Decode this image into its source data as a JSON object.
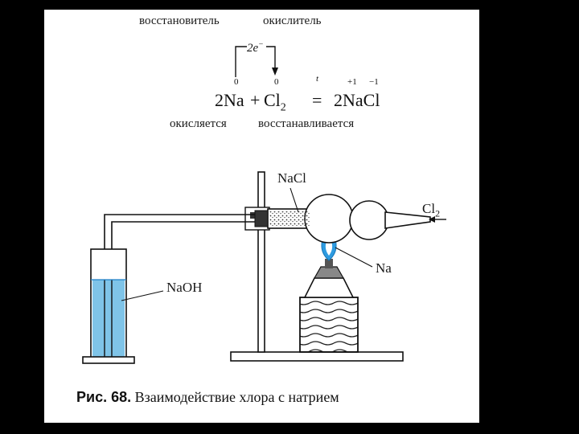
{
  "equation": {
    "reducer_label": "восстановитель",
    "oxidizer_label": "окислитель",
    "electron_transfer": "2e",
    "electron_sign": "−",
    "coef_left": "2Na",
    "plus": "+",
    "cl": "Cl",
    "cl_sub": "2",
    "equals": "=",
    "condition": "t",
    "product": "2NaCl",
    "ox_na": "0",
    "ox_cl2": "0",
    "ox_na_prod": "+1",
    "ox_cl_prod": "−1",
    "oxidized_label": "окисляется",
    "reduced_label": "восстанавливается"
  },
  "apparatus": {
    "nacl_label": "NaCl",
    "cl2_label": "Cl",
    "cl2_sub": "2",
    "na_label": "Na",
    "naoh_label": "NaOH"
  },
  "caption": {
    "prefix": "Рис. 68.",
    "text": "Взаимодействие хлора с натрием"
  },
  "colors": {
    "liquid": "#7fc4e8",
    "flame": "#2e9be0",
    "ink": "#1a1a1a",
    "sheet": "#ffffff",
    "frame": "#000000"
  }
}
